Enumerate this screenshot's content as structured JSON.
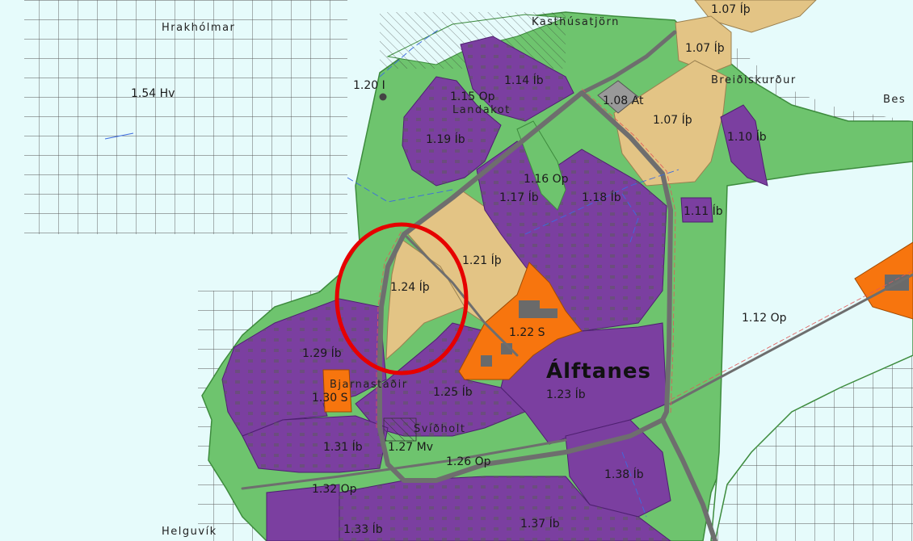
{
  "colors": {
    "water": "#e6fbfb",
    "open_area": "#6ec46e",
    "residential": "#7b3fa0",
    "mixed_use": "#e3c485",
    "service": "#f7750e",
    "utility": "#999999",
    "road": "#6e6e6e",
    "highlight_circle": "#e60000"
  },
  "place_names": {
    "hrakholmar": "Hrakhólmar",
    "kasthusatjorn": "Kasthúsatjörn",
    "breidiskurdur": "Breiðiskurður",
    "bes": "Bes",
    "landakot": "Landakot",
    "bjarnastadir": "Bjarnastaðir",
    "svidholt": "Svíðholt",
    "helguvik": "Helguvík",
    "alftanes": "Álftanes"
  },
  "zones": {
    "z107top": "1.07 Íþ",
    "z107a": "1.07 Íþ",
    "z107b": "1.07 Íþ",
    "z154": "1.54 Hv",
    "z120": "1.20 I",
    "z115": "1.15 Op",
    "z114": "1.14 Íb",
    "z108": "1.08 At",
    "z119": "1.19 Íb",
    "z110": "1.10 Íb",
    "z116": "1.16 Op",
    "z117": "1.17 Íb",
    "z118": "1.18 Íb",
    "z111": "1.11 Íb",
    "z121": "1.21 Íþ",
    "z124": "1.24 Íþ",
    "z112": "1.12 Op",
    "z122": "1.22 S",
    "z129": "1.29 Íb",
    "z130": "1.30 S",
    "z125": "1.25 Íb",
    "z123": "1.23 Íb",
    "z131": "1.31 Íb",
    "z127": "1.27 Mv",
    "z126": "1.26 Op",
    "z138": "1.38 Íb",
    "z132": "1.32 Op",
    "z137": "1.37 Íb",
    "z133": "1.33 Íb"
  },
  "highlight": {
    "target_zone": "1.24 Íþ"
  }
}
